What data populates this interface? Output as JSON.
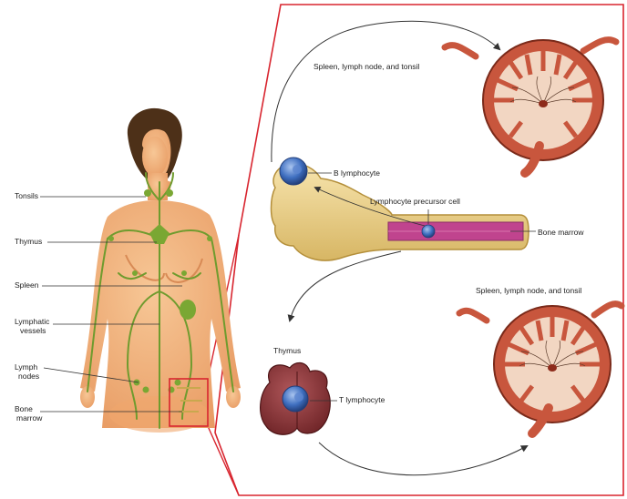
{
  "header": {
    "title": ""
  },
  "body_labels": {
    "tonsils": "Tonsils",
    "thymus": "Thymus",
    "spleen": "Spleen",
    "lymphatic_vessels_1": "Lymphatic",
    "lymphatic_vessels_2": "vessels",
    "lymph_nodes_1": "Lymph",
    "lymph_nodes_2": "nodes",
    "bone_marrow_1": "Bone",
    "bone_marrow_2": "marrow"
  },
  "panel_labels": {
    "spleen_top": "Spleen, lymph node, and tonsil",
    "b_lymphocyte": "B lymphocyte",
    "lymphocyte_precursor": "Lymphocyte precursor cell",
    "bone_marrow": "Bone marrow",
    "spleen_bottom": "Spleen, lymph node, and tonsil",
    "thymus": "Thymus",
    "t_lymphocyte": "T lymphocyte"
  },
  "colors": {
    "frame": "#d8252f",
    "skin": "#f3b57f",
    "lymph": "#7aa733",
    "organ": "#c8563d",
    "bone": "#f0d58d",
    "marrow": "#c0448e",
    "cell": "#3f6fc0"
  }
}
